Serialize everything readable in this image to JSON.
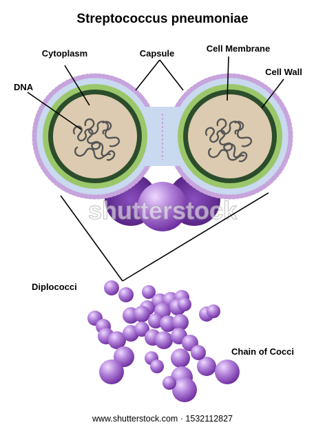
{
  "title": "Streptococcus pneumoniae",
  "labels": {
    "cytoplasm": "Cytoplasm",
    "capsule": "Capsule",
    "cell_membrane": "Cell Membrane",
    "cell_wall": "Cell Wall",
    "dna": "DNA",
    "diplococci": "Diplococci",
    "chain_of_cocci": "Chain of Cocci"
  },
  "watermark": "shutterstock",
  "footer": "www.shutterstock.com · 1532112827",
  "colors": {
    "capsule": "#c9d9ef",
    "capsule_dots": "#c7a4dc",
    "cell_wall": "#9bc76a",
    "cell_membrane": "#2c4d2c",
    "cytoplasm": "#dccbb0",
    "dna": "#555555",
    "cocci_dark": "#6a2a9c",
    "cocci_light": "#efd9ff"
  }
}
